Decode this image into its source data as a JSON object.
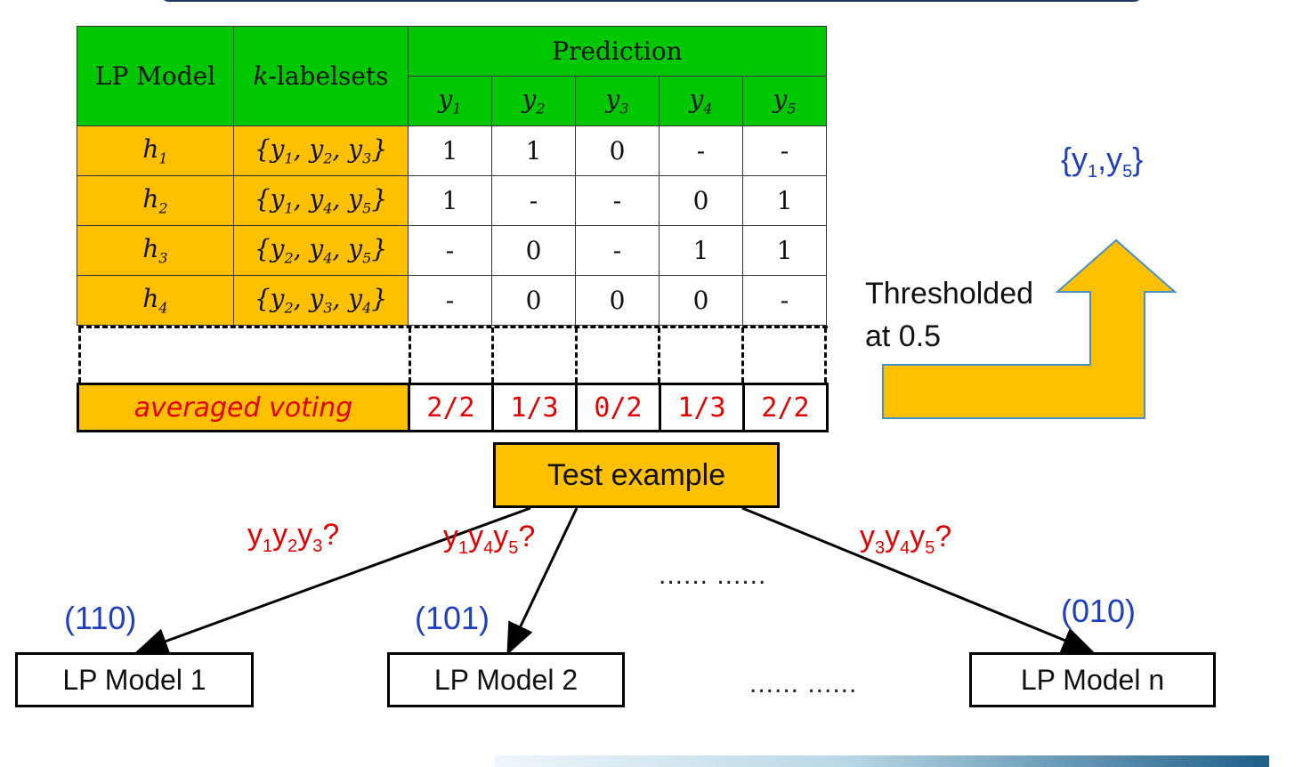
{
  "table": {
    "col_lp_model": "LP Model",
    "col_k_italic": "k",
    "col_labelsets": "-labelsets",
    "col_prediction": "Prediction",
    "label_cols": [
      {
        "v": "y",
        "sub": "1"
      },
      {
        "v": "y",
        "sub": "2"
      },
      {
        "v": "y",
        "sub": "3"
      },
      {
        "v": "y",
        "sub": "4"
      },
      {
        "v": "y",
        "sub": "5"
      }
    ],
    "rows": [
      {
        "h": "h",
        "hsub": "1",
        "set": [
          "1",
          "2",
          "3"
        ],
        "pred": [
          "1",
          "1",
          "0",
          "-",
          "-"
        ]
      },
      {
        "h": "h",
        "hsub": "2",
        "set": [
          "1",
          "4",
          "5"
        ],
        "pred": [
          "1",
          "-",
          "-",
          "0",
          "1"
        ]
      },
      {
        "h": "h",
        "hsub": "3",
        "set": [
          "2",
          "4",
          "5"
        ],
        "pred": [
          "-",
          "0",
          "-",
          "1",
          "1"
        ]
      },
      {
        "h": "h",
        "hsub": "4",
        "set": [
          "2",
          "3",
          "4"
        ],
        "pred": [
          "-",
          "0",
          "0",
          "0",
          "-"
        ]
      }
    ]
  },
  "voting": {
    "label": "averaged voting",
    "values": [
      "2/2",
      "1/3",
      "0/2",
      "1/3",
      "2/2"
    ]
  },
  "result": {
    "open": "{y",
    "s1": "1",
    "mid": ",y",
    "s2": "5",
    "close": "}"
  },
  "threshold": {
    "line1": "Thresholded",
    "line2": "at 0.5"
  },
  "test_example": "Test example",
  "queries": [
    {
      "parts": [
        [
          "y",
          "1"
        ],
        [
          "y",
          "2"
        ],
        [
          "y",
          "3"
        ]
      ],
      "tail": "?"
    },
    {
      "parts": [
        [
          "y",
          "1"
        ],
        [
          "y",
          "4"
        ],
        [
          "y",
          "5"
        ]
      ],
      "tail": "?"
    },
    {
      "parts": [
        [
          "y",
          "3"
        ],
        [
          "y",
          "4"
        ],
        [
          "y",
          "5"
        ]
      ],
      "tail": "?"
    }
  ],
  "outputs": [
    "(110)",
    "(101)",
    "(010)"
  ],
  "models": [
    "LP Model 1",
    "LP Model 2",
    "LP Model n"
  ],
  "ellipsis_mid": "...... ......",
  "ellipsis_bottom": "...... ......",
  "colors": {
    "green": "#00c800",
    "orange": "#ffc000",
    "red": "#e00000",
    "blue": "#1f3fbf"
  }
}
